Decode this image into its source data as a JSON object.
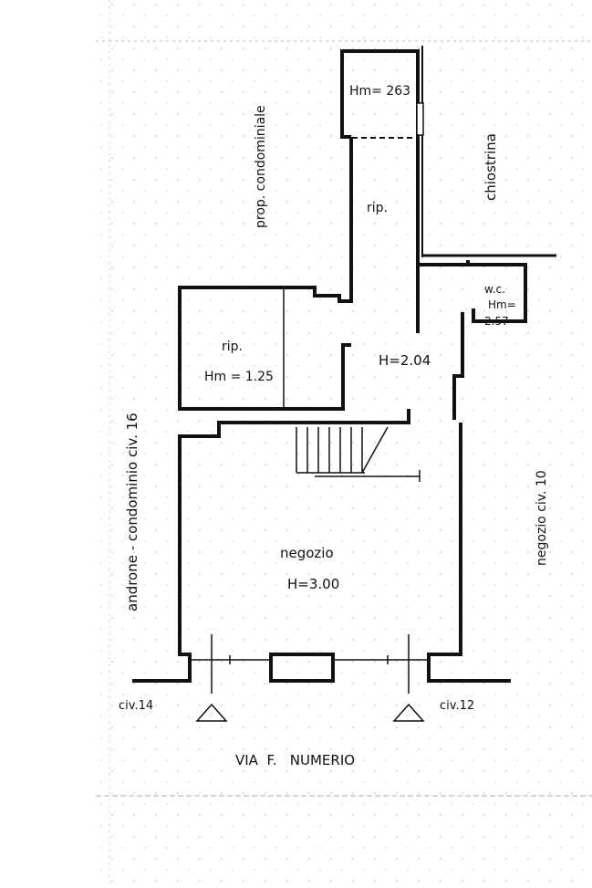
{
  "labels": {
    "prop_condominiale": "prop. condominiale",
    "chiostrina": "chiostrina",
    "rip_top": "rip.",
    "hm_top": "Hm= 263",
    "wc": "w.c.",
    "wc_hm": "Hm=",
    "wc_value": "2.57",
    "rip_left": "rip.",
    "hm_left": "Hm = 1.25",
    "h_corridor": "H=2.04",
    "negozio": "negozio",
    "h_negozio": "H=3.00",
    "androne": "androne - condominio  civ. 16",
    "negozio_civ10": "negozio  civ. 10",
    "civ14": "civ.14",
    "civ12": "civ.12",
    "street": "VIA  F.   NUMERIO"
  },
  "colors": {
    "wall": "#111111",
    "grid": "#c8c8c8"
  }
}
